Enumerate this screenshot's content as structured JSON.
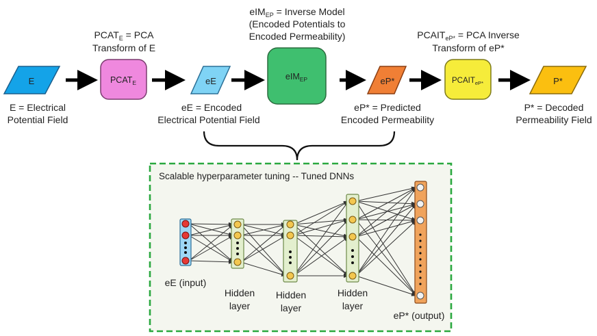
{
  "pipeline": {
    "nodes": [
      {
        "id": "E",
        "text": "E",
        "sub": "",
        "color": "#14a3e8"
      },
      {
        "id": "PCAT",
        "text": "PCAT",
        "sub": "E",
        "color": "#ef88de"
      },
      {
        "id": "eE",
        "text": "eE",
        "sub": "",
        "color": "#7fd3f5"
      },
      {
        "id": "eIM",
        "text": "eIM",
        "sub": "EP",
        "color": "#3fbf6f"
      },
      {
        "id": "ePstar",
        "text": "eP*",
        "sub": "",
        "color": "#f07f35"
      },
      {
        "id": "PCAIT",
        "text": "PCAIT",
        "sub": "eP*",
        "color": "#f6ec3a"
      },
      {
        "id": "Pstar",
        "text": "P*",
        "sub": "",
        "color": "#fbbf10"
      }
    ],
    "labels": {
      "E_line1": "E = Electrical",
      "E_line2": "Potential Field",
      "pcat_line1_main": "PCAT",
      "pcat_line1_sub": "E",
      "pcat_line1_rest": " = PCA",
      "pcat_line2": "Transform of E",
      "eE_line1": "eE = Encoded",
      "eE_line2": "Electrical Potential Field",
      "eim_line1_main": "eIM",
      "eim_line1_sub": "EP",
      "eim_line1_rest": " = Inverse Model",
      "eim_line2": "(Encoded Potentials to",
      "eim_line3": "Encoded Permeability)",
      "ep_line1": "eP* = Predicted",
      "ep_line2": "Encoded Permeability",
      "pcait_line1_main": "PCAIT",
      "pcait_line1_sub": "eP*",
      "pcait_line1_rest": " = PCA Inverse",
      "pcait_line2": "Transform of eP*",
      "p_line1": "P* = Decoded",
      "p_line2": "Permeability Field"
    }
  },
  "dnn_box": {
    "title": "Scalable hyperparameter tuning -- Tuned DNNs",
    "input_label": "eE (input)",
    "hidden_label_line1": "Hidden",
    "hidden_label_line2": "layer",
    "output_label": "eP* (output)",
    "border_color": "#2aa83f",
    "bg_color": "#f4f6ef"
  }
}
